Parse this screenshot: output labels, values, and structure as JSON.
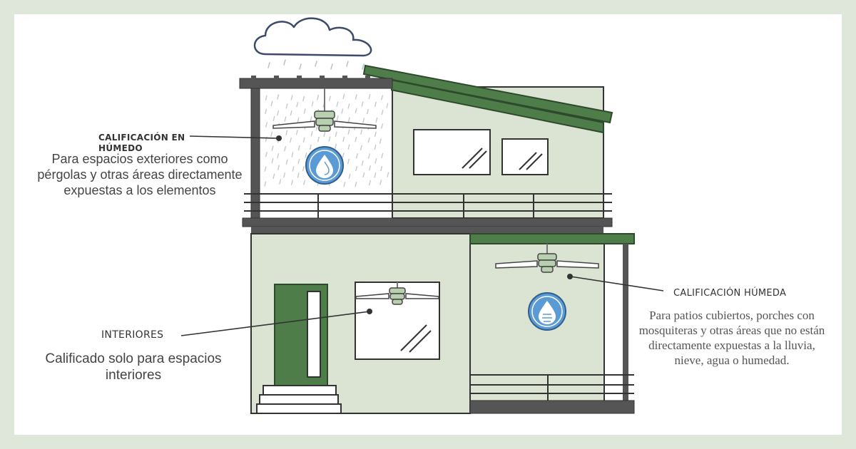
{
  "colors": {
    "background": "#dfe6da",
    "wall": "#dbe4d3",
    "roof_green": "#4e7d4a",
    "dark_trim": "#555555",
    "door_green": "#4e7d4a",
    "water_icon": "#5b9bd5"
  },
  "labels": {
    "wet_left": {
      "title": "CALIFICACIÓN EN HÚMEDO",
      "description": "Para espacios exteriores como pérgolas y otras áreas directamente expuestas a los elementos"
    },
    "interior": {
      "title": "INTERIORES",
      "description": "Calificado solo para espacios interiores"
    },
    "damp": {
      "title": "CALIFICACIÓN HÚMEDA",
      "description": "Para patios cubiertos, porches con mosquiteras y otras áreas que no están directamente expuestas a la lluvia, nieve, agua o humedad."
    }
  },
  "icons": {
    "cloud": "cloud-icon",
    "water_drop": "water-drop-icon",
    "ceiling_fan": "ceiling-fan-icon"
  }
}
